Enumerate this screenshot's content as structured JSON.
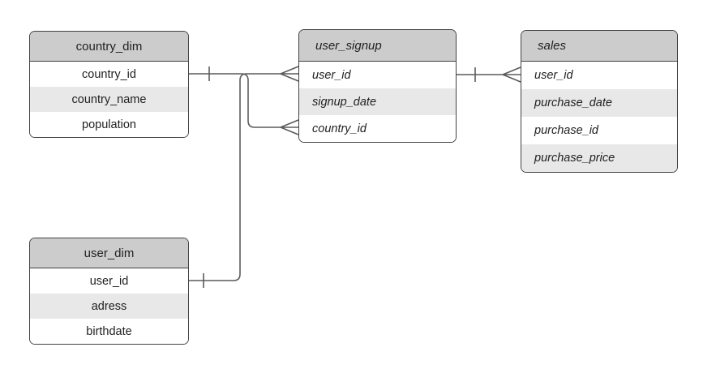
{
  "diagram": {
    "type": "entity-relationship",
    "colors": {
      "background": "#ffffff",
      "header_fill": "#cccccc",
      "row_fill": "#ffffff",
      "alt_row_fill": "#e8e8e8",
      "border": "#424242",
      "connector": "#5b5b5b",
      "text": "#1f1f1f"
    },
    "entities": [
      {
        "id": "country_dim",
        "title": "country_dim",
        "text_style": "upright-centered",
        "columns": [
          "country_id",
          "country_name",
          "population"
        ]
      },
      {
        "id": "user_dim",
        "title": "user_dim",
        "text_style": "upright-centered",
        "columns": [
          "user_id",
          "adress",
          "birthdate"
        ]
      },
      {
        "id": "user_signup",
        "title": "user_signup",
        "text_style": "italic-left",
        "columns": [
          "user_id",
          "signup_date",
          "country_id"
        ]
      },
      {
        "id": "sales",
        "title": "sales",
        "text_style": "italic-left",
        "columns": [
          "user_id",
          "purchase_date",
          "purchase_id",
          "purchase_price"
        ]
      }
    ],
    "relationships": [
      {
        "from_entity": "country_dim",
        "from_column": "country_id",
        "from_cardinality": "one",
        "to_entity": "user_signup",
        "to_column": "country_id",
        "to_cardinality": "many"
      },
      {
        "from_entity": "user_dim",
        "from_column": "user_id",
        "from_cardinality": "one",
        "to_entity": "user_signup",
        "to_column": "user_id",
        "to_cardinality": "many"
      },
      {
        "from_entity": "user_signup",
        "from_column": "user_id",
        "from_cardinality": "one",
        "to_entity": "sales",
        "to_column": "user_id",
        "to_cardinality": "many"
      }
    ]
  }
}
